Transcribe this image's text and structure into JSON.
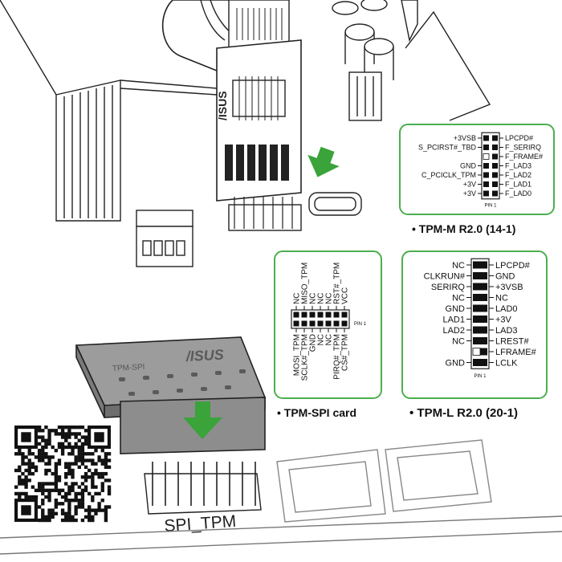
{
  "colors": {
    "accent_green": "#3aa33a",
    "box_border": "#4caf50",
    "outline": "#222222",
    "module_grey": "#8d8d8d"
  },
  "tpm_m": {
    "title": "TPM-M R2.0 (14-1)",
    "left_labels": [
      "+3VSB",
      "S_PCIRST#_TBD",
      "",
      "GND",
      "C_PCICLK_TPM",
      "+3V",
      "+3V"
    ],
    "right_labels": [
      "LPCPD#",
      "F_SERIRQ",
      "F_FRAME#",
      "F_LAD3",
      "F_LAD2",
      "F_LAD1",
      "F_LAD0"
    ],
    "pin_label": "PIN 1"
  },
  "tpm_spi": {
    "title": "TPM-SPI card",
    "top_labels": [
      "NC",
      "MISO_TPM",
      "NC",
      "NC",
      "NC",
      "RST#_TPM",
      "VCC"
    ],
    "bottom_labels": [
      "MOSI_TPM",
      "SCLK#_TPM",
      "GND",
      "NC",
      "NC",
      "PIRQ#_TPM",
      "CS#_TPM"
    ],
    "pin_label": "PIN 1"
  },
  "tpm_l": {
    "title": "TPM-L R2.0 (20-1)",
    "left_labels": [
      "NC",
      "CLKRUN#",
      "SERIRQ",
      "NC",
      "GND",
      "LAD1",
      "LAD2",
      "NC",
      "",
      "GND"
    ],
    "right_labels": [
      "LPCPD#",
      "GND",
      "+3VSB",
      "NC",
      "LAD0",
      "+3V",
      "LAD3",
      "LREST#",
      "LFRAME#",
      "LCLK"
    ],
    "pin_label": "PIN 1"
  },
  "header_label": "SPI_TPM",
  "module_brand": "/ISUS",
  "module_model": "TPM-SPI",
  "card_brand": "/ISUS"
}
